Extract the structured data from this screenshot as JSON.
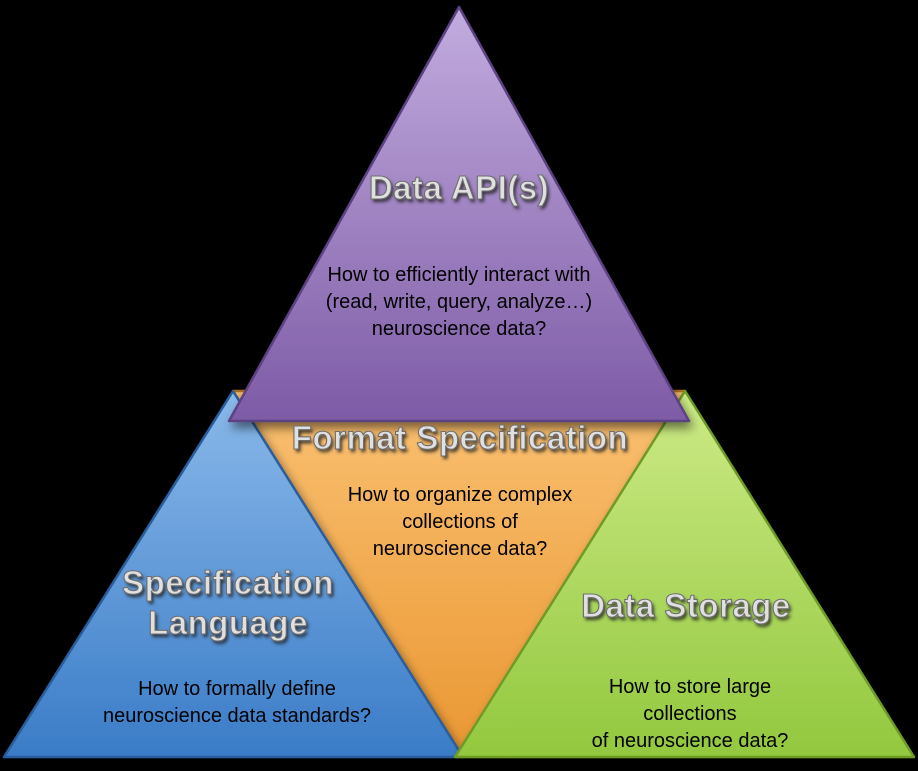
{
  "canvas": {
    "background": "#000000"
  },
  "sections": {
    "api": {
      "title": "Data API(s)",
      "description": "How to efficiently interact with\n(read, write, query, analyze…)\nneuroscience data?",
      "color_light": "#c2acde",
      "color_dark": "#7d5ba6",
      "border": "#5c4283"
    },
    "format": {
      "title": "Format Specification",
      "description": "How to organize complex\ncollections of\nneuroscience data?",
      "color_light": "#fac172",
      "color_dark": "#ea9732",
      "border": "#b06f1a"
    },
    "language": {
      "title": "Specification\nLanguage",
      "description": "How to formally define\nneuroscience data standards?",
      "color_light": "#8ab9ea",
      "color_dark": "#3a7cc7",
      "border": "#2b5d9b"
    },
    "storage": {
      "title": "Data Storage",
      "description": "How to store large collections\nof neuroscience data?",
      "color_light": "#cdea86",
      "color_dark": "#92c83e",
      "border": "#6d9b27"
    }
  }
}
